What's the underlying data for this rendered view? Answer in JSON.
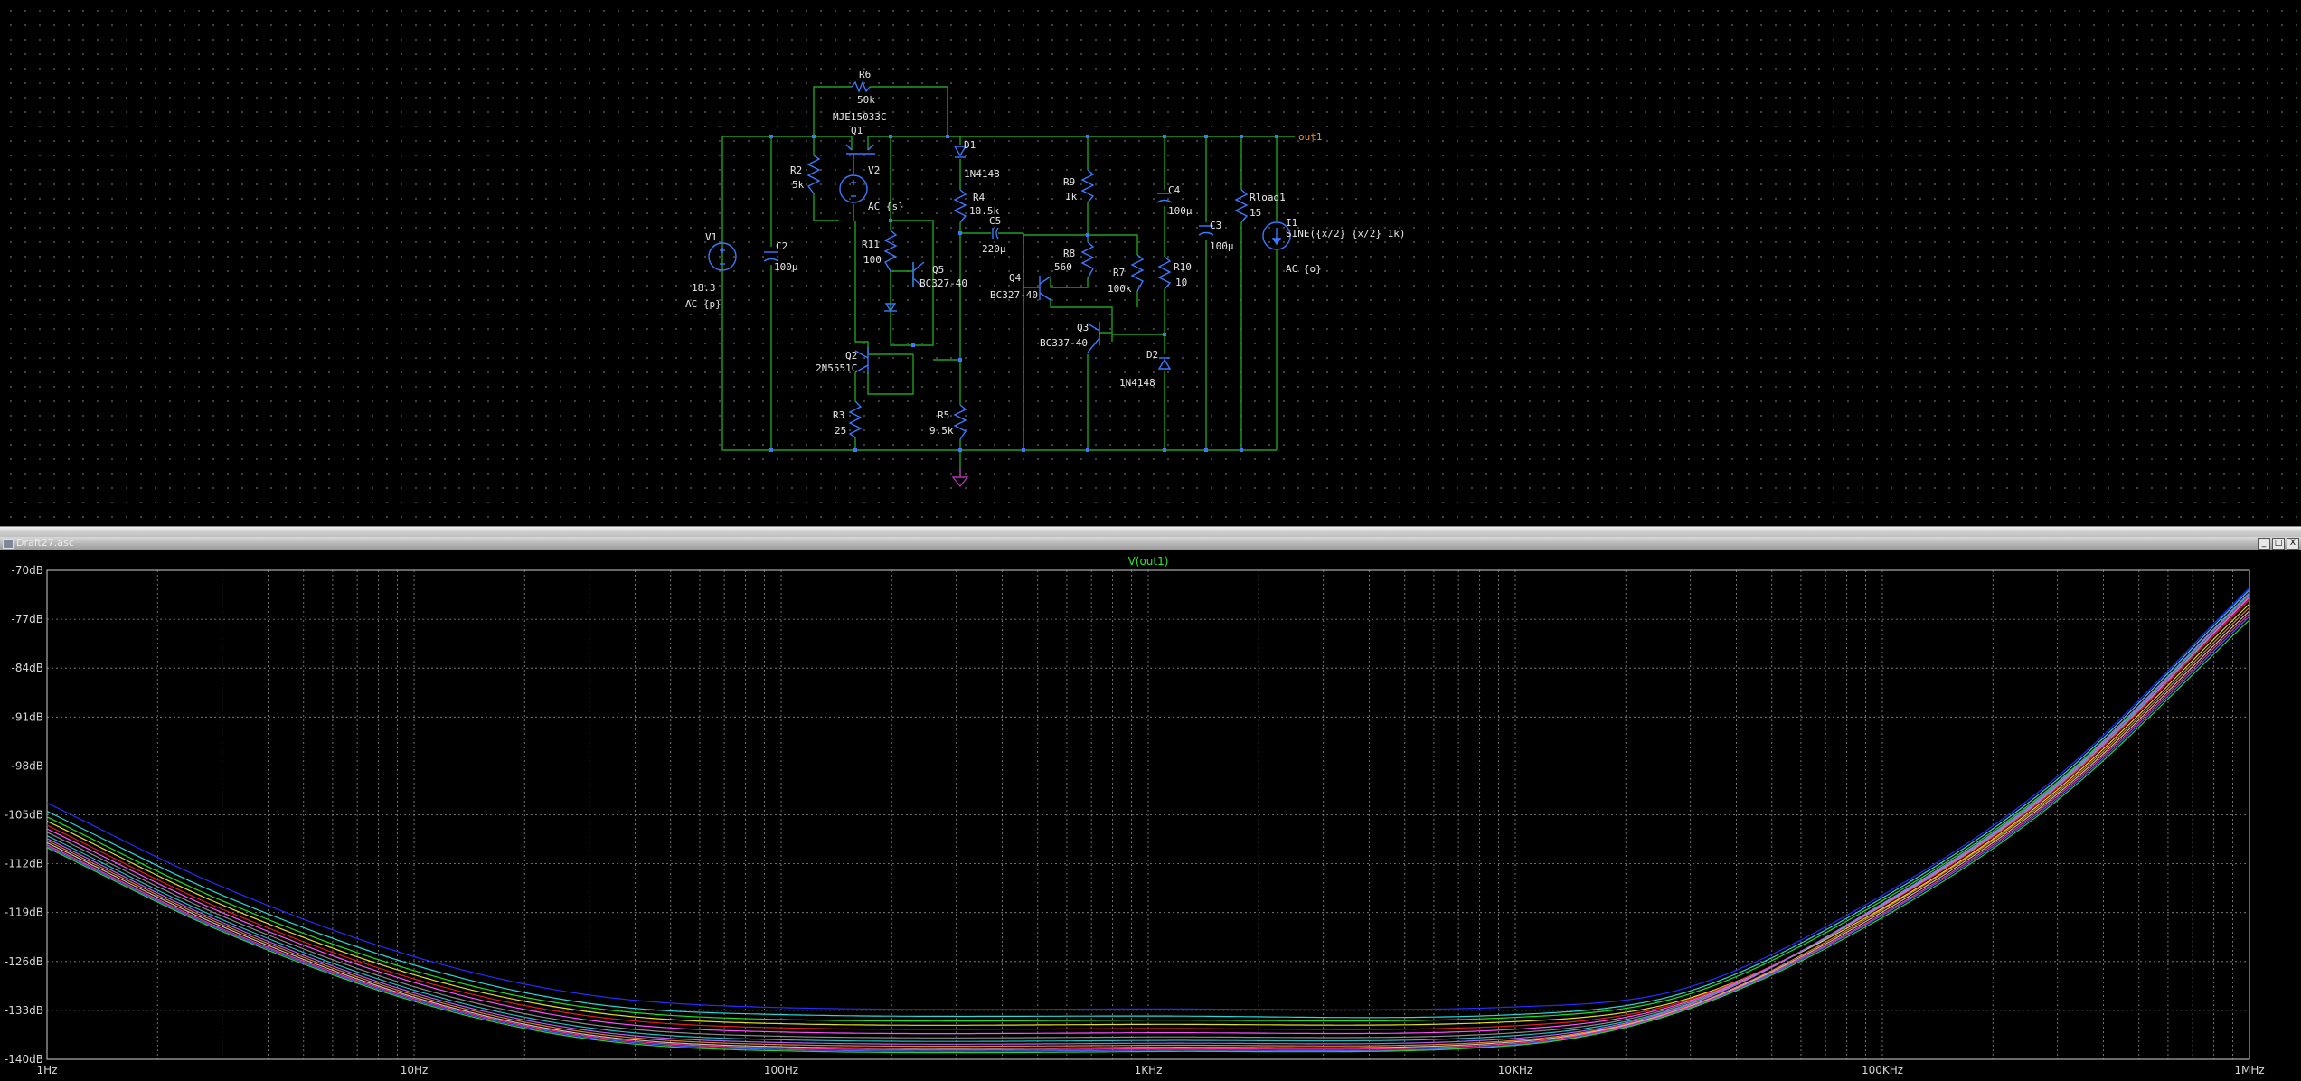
{
  "schematic": {
    "wire_color": "#1ea01e",
    "component_color": "#3b78ff",
    "text_color": "#e6e6e6",
    "label_color": "#ff8a1f",
    "ground_color": "#b02fb0",
    "components": {
      "R6": {
        "name": "R6",
        "value": "50k"
      },
      "Q1": {
        "name": "Q1",
        "value": "MJE15033C"
      },
      "D1": {
        "name": "D1",
        "value": "1N4148"
      },
      "R9": {
        "name": "R9",
        "value": "1k"
      },
      "R2": {
        "name": "R2",
        "value": "5k"
      },
      "V2": {
        "name": "V2",
        "value": "AC {s}"
      },
      "R4": {
        "name": "R4",
        "value": "10.5k"
      },
      "C5": {
        "name": "C5",
        "value": "220µ"
      },
      "C4": {
        "name": "C4",
        "value": "100µ"
      },
      "Rload1": {
        "name": "Rload1",
        "value": "15"
      },
      "I1": {
        "name": "I1",
        "value": "SINE({x/2} {x/2} 1k)",
        "value2": "AC {o}"
      },
      "V1": {
        "name": "V1",
        "value": "18.3",
        "value2": "AC {p}"
      },
      "C2": {
        "name": "C2",
        "value": "100µ"
      },
      "R11": {
        "name": "R11",
        "value": "100"
      },
      "Q5": {
        "name": "Q5",
        "value": "BC327-40"
      },
      "R8": {
        "name": "R8",
        "value": "560"
      },
      "Q4": {
        "name": "Q4",
        "value": "BC327-40"
      },
      "R7": {
        "name": "R7",
        "value": "100k"
      },
      "R10": {
        "name": "R10",
        "value": "10"
      },
      "C3": {
        "name": "C3",
        "value": "100µ"
      },
      "Q3": {
        "name": "Q3",
        "value": "BC337-40"
      },
      "D2": {
        "name": "D2",
        "value": "1N4148"
      },
      "Q2": {
        "name": "Q2",
        "value": "2N5551C"
      },
      "R3": {
        "name": "R3",
        "value": "25"
      },
      "R5": {
        "name": "R5",
        "value": "9.5k"
      }
    },
    "net_label": "out1"
  },
  "plot_window": {
    "title": "Draft27.asc",
    "buttons": [
      "_",
      "□",
      "X"
    ]
  },
  "chart_data": {
    "type": "line",
    "title": "V(out1)",
    "title_color": "#2ee82e",
    "x_scale": "log",
    "x_range_hz": [
      1,
      1000000
    ],
    "x_tick_labels": [
      "1Hz",
      "10Hz",
      "100Hz",
      "1KHz",
      "10KHz",
      "100KHz",
      "1MHz"
    ],
    "y_range_db": [
      -140,
      -70
    ],
    "y_tick_labels": [
      "-70dB",
      "-77dB",
      "-84dB",
      "-91dB",
      "-98dB",
      "-105dB",
      "-112dB",
      "-119dB",
      "-126dB",
      "-133dB",
      "-140dB"
    ],
    "grid": true,
    "series": [
      {
        "color": "#2a2aff",
        "values": [
          [
            1,
            -103.3
          ],
          [
            3,
            -115.3
          ],
          [
            10,
            -125.3
          ],
          [
            30,
            -130.8
          ],
          [
            100,
            -132.6
          ],
          [
            1000,
            -132.8
          ],
          [
            10000,
            -132.5
          ],
          [
            30000,
            -129.6
          ],
          [
            100000,
            -116.5
          ],
          [
            300000,
            -99.5
          ],
          [
            1000000,
            -72.5
          ]
        ]
      },
      {
        "color": "#28d8d8",
        "values": [
          [
            1,
            -104.5
          ],
          [
            3,
            -116.5
          ],
          [
            10,
            -126.5
          ],
          [
            30,
            -132
          ],
          [
            100,
            -133.6
          ],
          [
            1000,
            -133.8
          ],
          [
            10000,
            -133.6
          ],
          [
            30000,
            -130.2
          ],
          [
            100000,
            -116.9
          ],
          [
            300000,
            -99.9
          ],
          [
            1000000,
            -72.8
          ]
        ]
      },
      {
        "color": "#20e020",
        "values": [
          [
            1,
            -105.3
          ],
          [
            3,
            -117.3
          ],
          [
            10,
            -127.3
          ],
          [
            30,
            -132.6
          ],
          [
            100,
            -134.3
          ],
          [
            1000,
            -134.4
          ],
          [
            10000,
            -134
          ],
          [
            30000,
            -130.6
          ],
          [
            100000,
            -117.3
          ],
          [
            300000,
            -100.3
          ],
          [
            1000000,
            -73.3
          ]
        ]
      },
      {
        "color": "#e0e020",
        "values": [
          [
            1,
            -105.9
          ],
          [
            3,
            -117.9
          ],
          [
            10,
            -127.9
          ],
          [
            30,
            -133.2
          ],
          [
            100,
            -134.9
          ],
          [
            1000,
            -135
          ],
          [
            10000,
            -134.6
          ],
          [
            30000,
            -131.2
          ],
          [
            100000,
            -118.4
          ],
          [
            300000,
            -101.4
          ],
          [
            1000000,
            -74.8
          ]
        ]
      },
      {
        "color": "#e02020",
        "values": [
          [
            1,
            -106.5
          ],
          [
            3,
            -118.5
          ],
          [
            10,
            -128.5
          ],
          [
            30,
            -133.8
          ],
          [
            100,
            -135.5
          ],
          [
            1000,
            -135.6
          ],
          [
            10000,
            -135.2
          ],
          [
            30000,
            -131.4
          ],
          [
            100000,
            -118.1
          ],
          [
            300000,
            -101.1
          ],
          [
            1000000,
            -74.2
          ]
        ]
      },
      {
        "color": "#ff50ff",
        "values": [
          [
            1,
            -107.0
          ],
          [
            3,
            -119.0
          ],
          [
            10,
            -129.0
          ],
          [
            30,
            -134.4
          ],
          [
            100,
            -136.1
          ],
          [
            1000,
            -136.2
          ],
          [
            10000,
            -135.7
          ],
          [
            30000,
            -131.6
          ],
          [
            100000,
            -118.0
          ],
          [
            300000,
            -100.9
          ],
          [
            1000000,
            -73.9
          ]
        ]
      },
      {
        "color": "#8c8c8c",
        "values": [
          [
            1,
            -107.5
          ],
          [
            3,
            -119.5
          ],
          [
            10,
            -129.6
          ],
          [
            30,
            -135
          ],
          [
            100,
            -136.7
          ],
          [
            1000,
            -136.8
          ],
          [
            10000,
            -136.2
          ],
          [
            30000,
            -131.8
          ],
          [
            100000,
            -117.9
          ],
          [
            300000,
            -100.8
          ],
          [
            1000000,
            -73.7
          ]
        ]
      },
      {
        "color": "#20c0c0",
        "values": [
          [
            1,
            -108.0
          ],
          [
            3,
            -120.0
          ],
          [
            10,
            -130.1
          ],
          [
            30,
            -135.5
          ],
          [
            100,
            -137.2
          ],
          [
            1000,
            -137.3
          ],
          [
            10000,
            -136.6
          ],
          [
            30000,
            -132.0
          ],
          [
            100000,
            -117.8
          ],
          [
            300000,
            -100.6
          ],
          [
            1000000,
            -73.4
          ]
        ]
      },
      {
        "color": "#b060ff",
        "values": [
          [
            1,
            -108.4
          ],
          [
            3,
            -120.4
          ],
          [
            10,
            -130.5
          ],
          [
            30,
            -135.9
          ],
          [
            100,
            -137.6
          ],
          [
            1000,
            -137.7
          ],
          [
            10000,
            -137
          ],
          [
            30000,
            -132.1
          ],
          [
            100000,
            -117.7
          ],
          [
            300000,
            -100.5
          ],
          [
            1000000,
            -73.2
          ]
        ]
      },
      {
        "color": "#e08020",
        "values": [
          [
            1,
            -108.7
          ],
          [
            3,
            -120.7
          ],
          [
            10,
            -130.8
          ],
          [
            30,
            -136.2
          ],
          [
            100,
            -137.9
          ],
          [
            1000,
            -138
          ],
          [
            10000,
            -137.3
          ],
          [
            30000,
            -132.3
          ],
          [
            100000,
            -118.6
          ],
          [
            300000,
            -101.7
          ],
          [
            1000000,
            -75.3
          ]
        ]
      },
      {
        "color": "#c0c0c0",
        "values": [
          [
            1,
            -109.0
          ],
          [
            3,
            -121.0
          ],
          [
            10,
            -131.1
          ],
          [
            30,
            -136.5
          ],
          [
            100,
            -138.2
          ],
          [
            1000,
            -138.3
          ],
          [
            10000,
            -137.5
          ],
          [
            30000,
            -132.4
          ],
          [
            100000,
            -118.9
          ],
          [
            300000,
            -102
          ],
          [
            1000000,
            -75.8
          ]
        ]
      },
      {
        "color": "#ff3090",
        "values": [
          [
            1,
            -109.3
          ],
          [
            3,
            -121.3
          ],
          [
            10,
            -131.3
          ],
          [
            30,
            -136.7
          ],
          [
            100,
            -138.4
          ],
          [
            1000,
            -138.5
          ],
          [
            10000,
            -137.7
          ],
          [
            30000,
            -132.5
          ],
          [
            100000,
            -119.2
          ],
          [
            300000,
            -102.3
          ],
          [
            1000000,
            -76.2
          ]
        ]
      },
      {
        "color": "#4060ff",
        "values": [
          [
            1,
            -109.5
          ],
          [
            3,
            -121.5
          ],
          [
            10,
            -131.5
          ],
          [
            30,
            -136.9
          ],
          [
            100,
            -138.6
          ],
          [
            1000,
            -138.7
          ],
          [
            10000,
            -137.9
          ],
          [
            30000,
            -132.6
          ],
          [
            100000,
            -119.4
          ],
          [
            300000,
            -102.6
          ],
          [
            1000000,
            -76.6
          ]
        ]
      },
      {
        "color": "#30d030",
        "values": [
          [
            1,
            -109.7
          ],
          [
            3,
            -121.7
          ],
          [
            10,
            -131.7
          ],
          [
            30,
            -137.1
          ],
          [
            100,
            -138.8
          ],
          [
            1000,
            -138.9
          ],
          [
            10000,
            -138
          ],
          [
            30000,
            -132.7
          ],
          [
            100000,
            -119.7
          ],
          [
            300000,
            -102.9
          ],
          [
            1000000,
            -77.1
          ]
        ]
      }
    ]
  }
}
